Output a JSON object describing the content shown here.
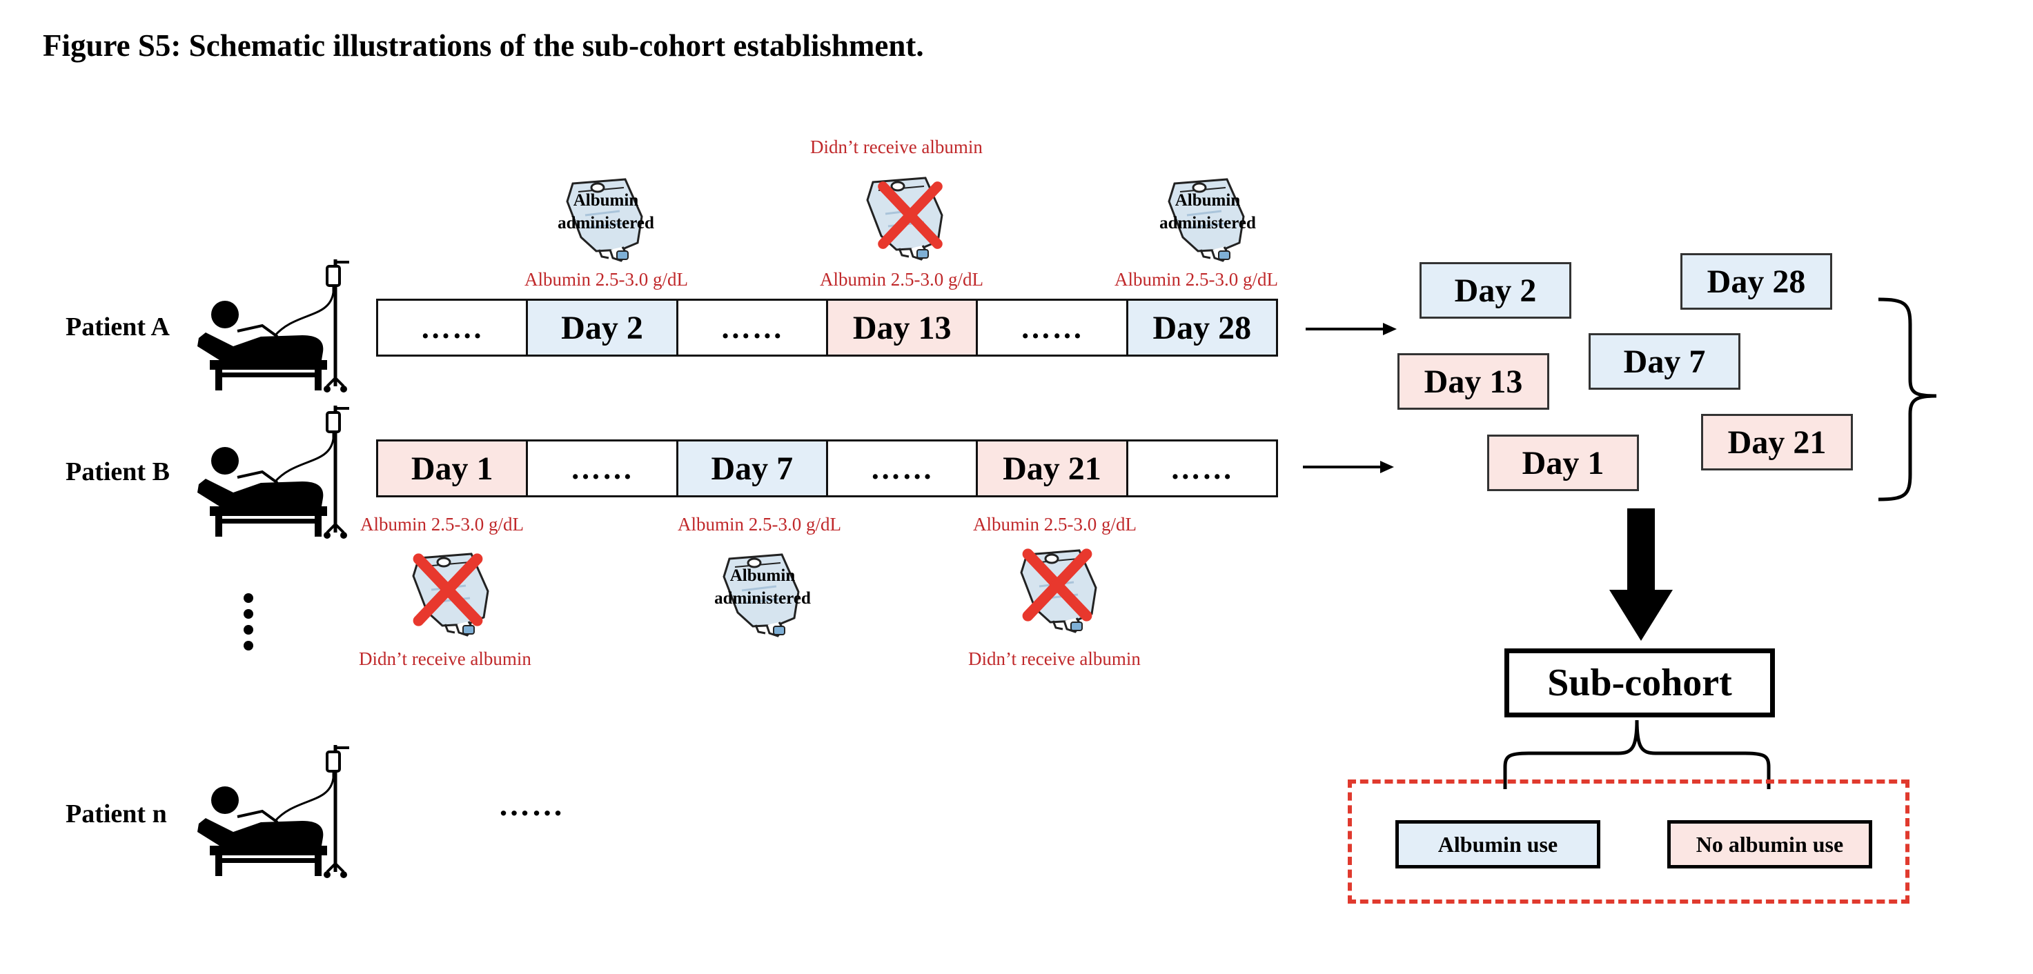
{
  "figure": {
    "title": "Figure S5: Schematic illustrations of the sub-cohort establishment."
  },
  "patients": {
    "a": {
      "label": "Patient A",
      "cells": [
        "……",
        "Day 2",
        "……",
        "Day 13",
        "……",
        "Day 28"
      ],
      "albumin_range_label": "Albumin 2.5-3.0 g/dL",
      "administered_label_line1": "Albumin",
      "administered_label_line2": "administered",
      "no_albumin_label": "Didn’t receive albumin"
    },
    "b": {
      "label": "Patient B",
      "cells": [
        "Day 1",
        "……",
        "Day 7",
        "……",
        "Day 21",
        "……"
      ],
      "albumin_range_label": "Albumin 2.5-3.0 g/dL",
      "administered_label_line1": "Albumin",
      "administered_label_line2": "administered",
      "no_albumin_label": "Didn’t receive albumin"
    },
    "n": {
      "label": "Patient n",
      "ellipsis": "……"
    }
  },
  "vertical_ellipsis": "⋮",
  "pooled_days": [
    "Day 2",
    "Day 28",
    "Day 13",
    "Day 7",
    "Day 1",
    "Day 21"
  ],
  "sub_cohort": {
    "label": "Sub-cohort",
    "groups": [
      "Albumin use",
      "No albumin use"
    ]
  },
  "colors": {
    "albumin_given_fill": "#e3eef8",
    "no_albumin_fill": "#fbe6e3",
    "note_red": "#c0282a",
    "cross_red": "#e8382d",
    "dashed_border": "#e03a2e"
  },
  "icons": {
    "patient": "patient-in-bed-icon",
    "iv_bag": "iv-bag-icon",
    "cross": "red-x-icon",
    "arrow": "right-arrow-icon",
    "down_arrow": "down-arrow-icon",
    "brace": "curly-brace-icon"
  }
}
